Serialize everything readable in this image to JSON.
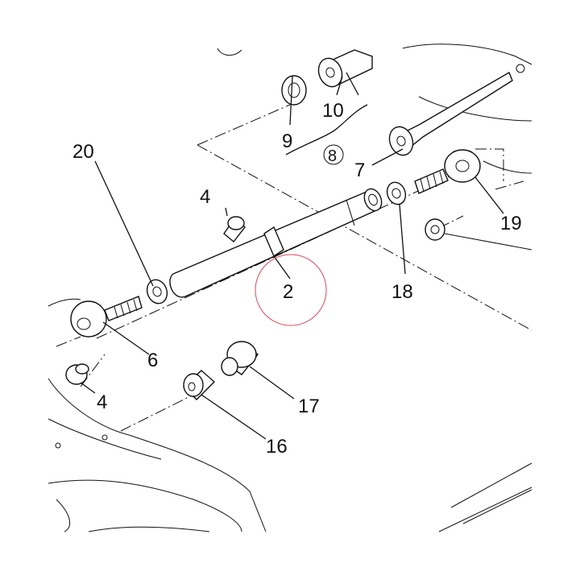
{
  "callouts": [
    {
      "key": "p2",
      "number": "2"
    },
    {
      "key": "p4a",
      "number": "4"
    },
    {
      "key": "p4b",
      "number": "4"
    },
    {
      "key": "p6",
      "number": "6"
    },
    {
      "key": "p7",
      "number": "7"
    },
    {
      "key": "p8",
      "number": "8"
    },
    {
      "key": "p9",
      "number": "9"
    },
    {
      "key": "p10",
      "number": "10"
    },
    {
      "key": "p16",
      "number": "16"
    },
    {
      "key": "p17",
      "number": "17"
    },
    {
      "key": "p18",
      "number": "18"
    },
    {
      "key": "p19",
      "number": "19"
    },
    {
      "key": "p20",
      "number": "20"
    }
  ],
  "highlight": {
    "part": "2",
    "color": "#d94a5a"
  }
}
